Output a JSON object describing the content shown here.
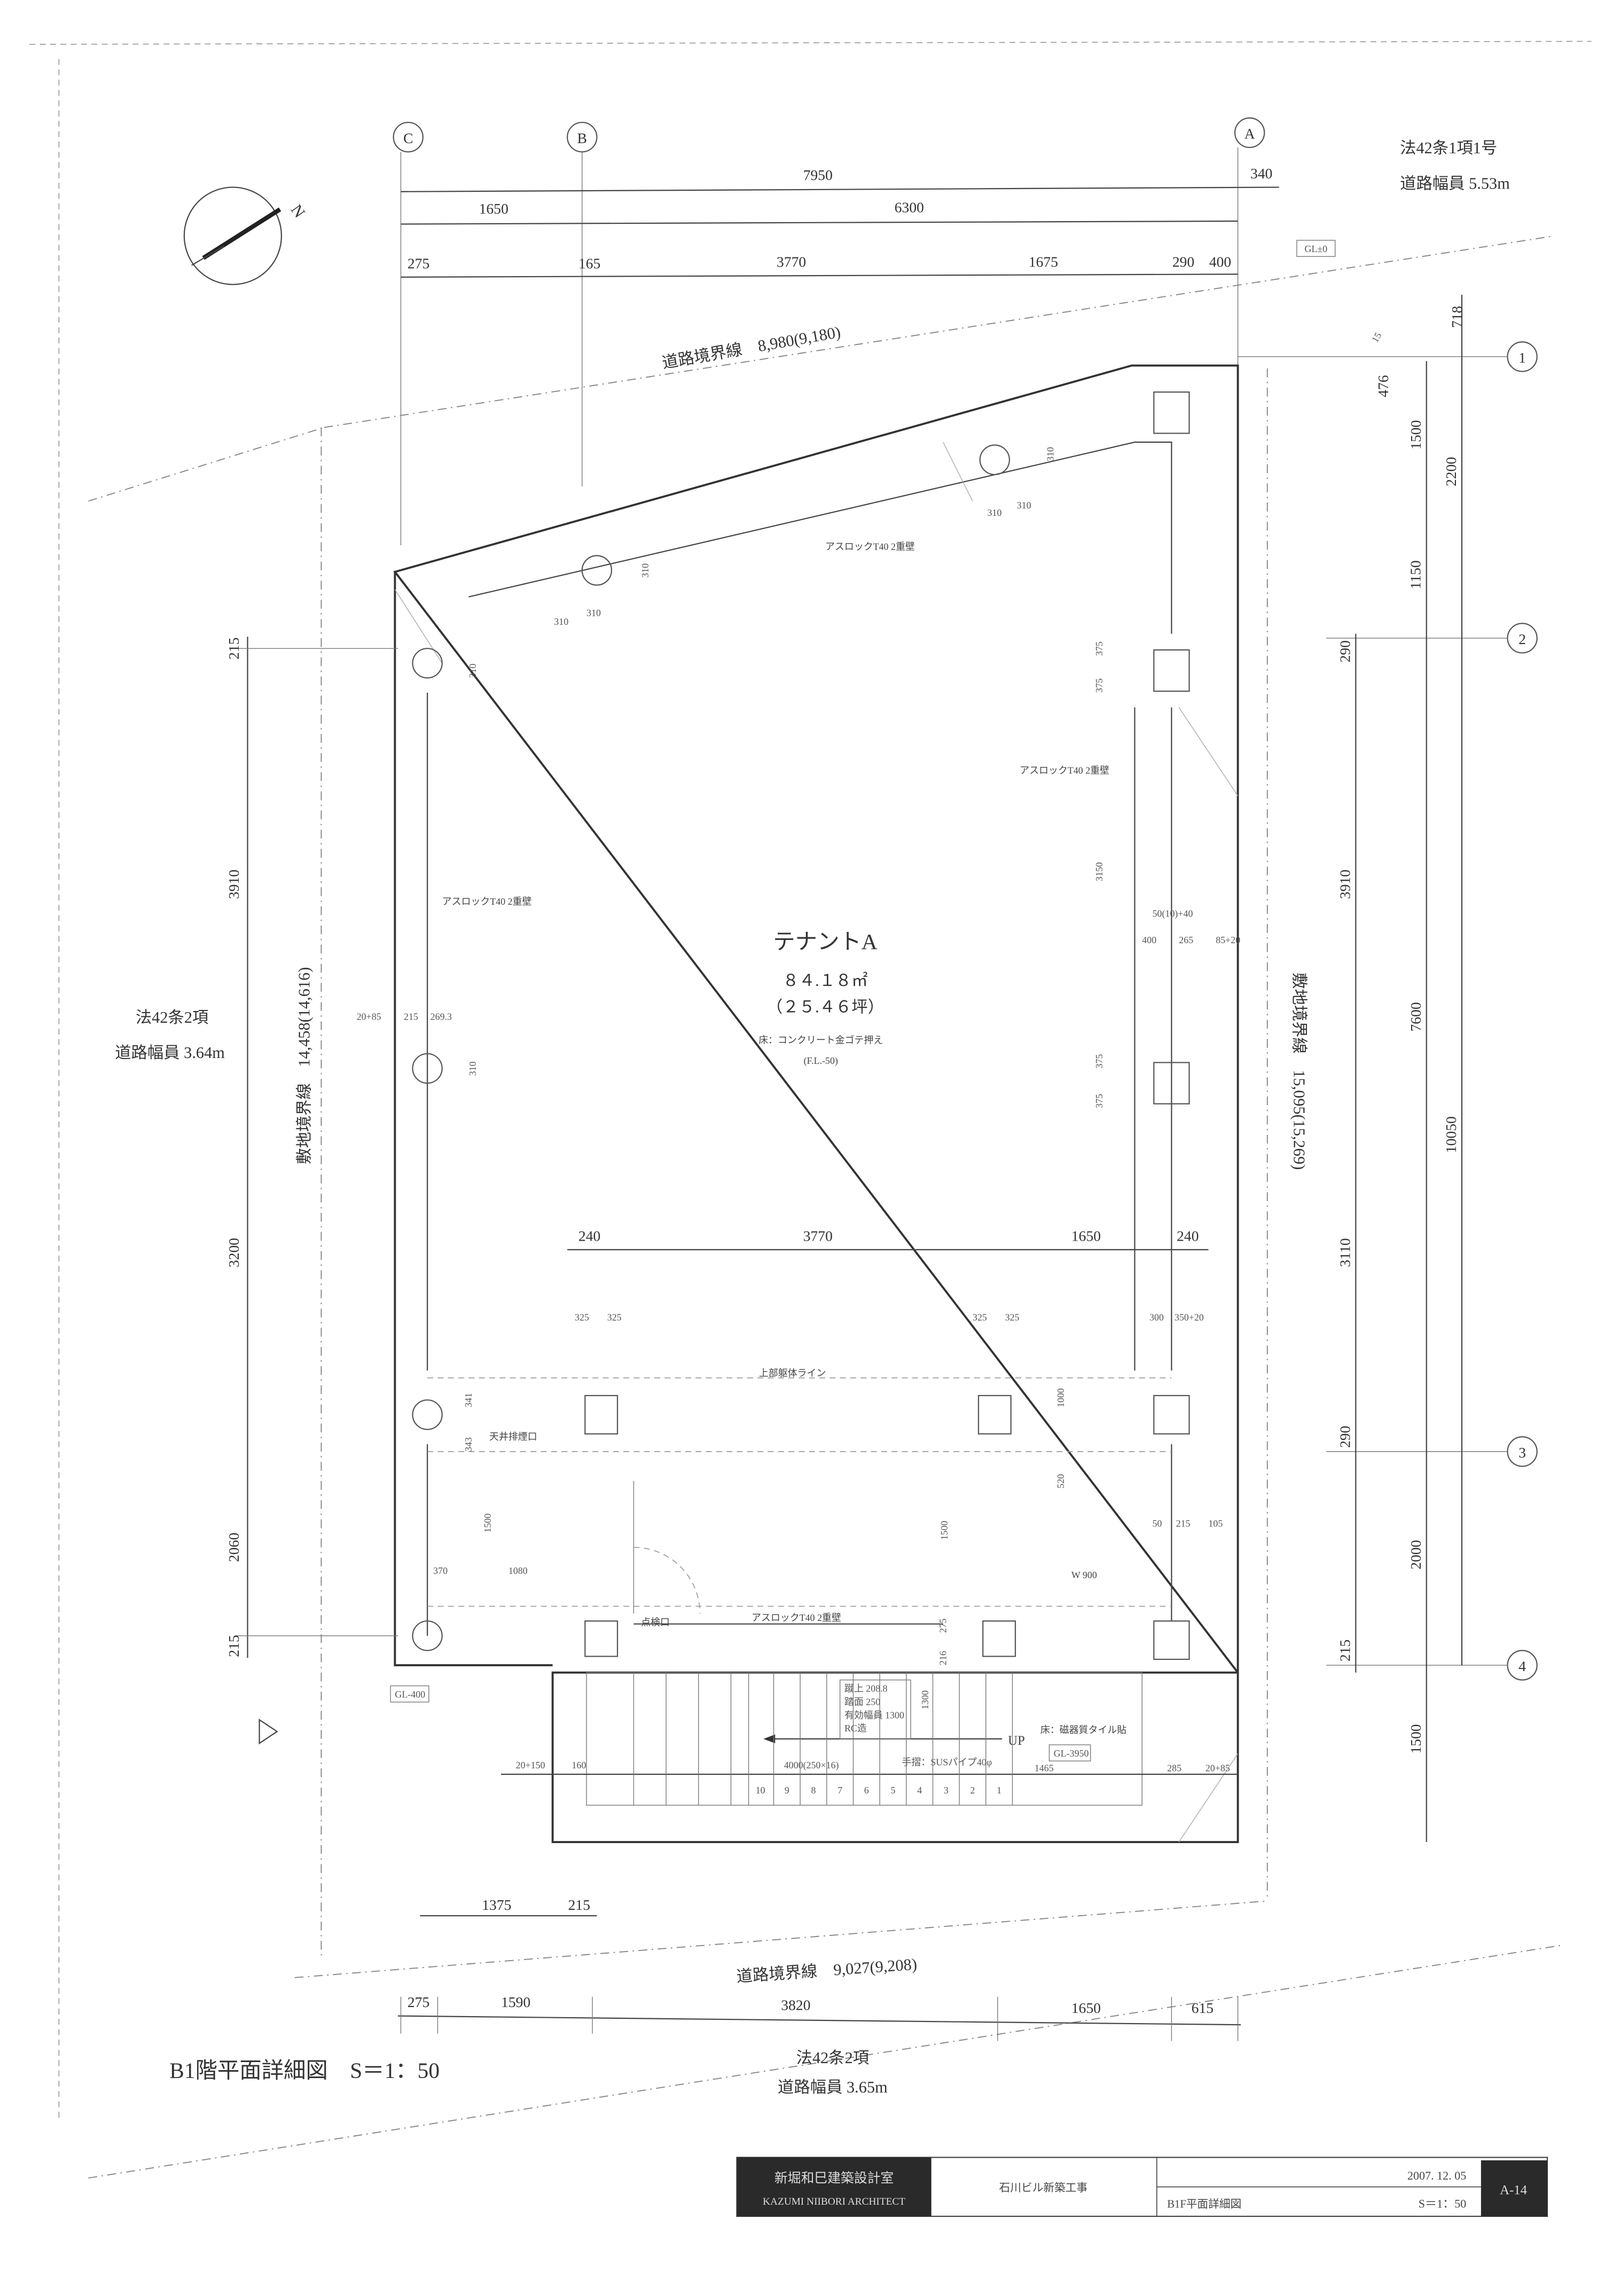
{
  "drawing_title": "B1階平面詳細図　S＝1：50",
  "north_label": "N",
  "grid": {
    "cols": [
      "C",
      "B",
      "A"
    ],
    "rows": [
      "1",
      "2",
      "3",
      "4"
    ]
  },
  "road_top": {
    "law": "法42条1項1号",
    "width": "道路幅員 5.53m",
    "boundary": "道路境界線　8,980(9,180)",
    "gl": "GL±0"
  },
  "road_left": {
    "law": "法42条2項",
    "width": "道路幅員 3.64m",
    "boundary": "敷地境界線　14,458(14,616)"
  },
  "boundary_right": "敷地境界線　15,095(15,269)",
  "road_bottom": {
    "law": "法42条2項",
    "width": "道路幅員 3.65m",
    "boundary": "道路境界線　9,027(9,208)"
  },
  "dims_top": [
    "7950",
    "340",
    "1650",
    "6300",
    "275",
    "165",
    "3770",
    "1675",
    "290",
    "400"
  ],
  "dims_right": [
    "718",
    "476",
    "15",
    "1500",
    "2200",
    "1150",
    "290",
    "3910",
    "7600",
    "10050",
    "3110",
    "290",
    "2000",
    "215",
    "1500"
  ],
  "dims_left": [
    "215",
    "3910",
    "3200",
    "2060",
    "215"
  ],
  "dims_mid": [
    "240",
    "3770",
    "1650",
    "240"
  ],
  "dims_bottom": [
    "1375",
    "215",
    "275",
    "1590",
    "3820",
    "1650",
    "615"
  ],
  "dims_small": [
    "310",
    "310",
    "310",
    "310",
    "310",
    "310",
    "310",
    "310",
    "375",
    "375",
    "375",
    "375",
    "3150",
    "400",
    "265",
    "85+20",
    "50(10)+40",
    "20+85",
    "215",
    "269.3",
    "325",
    "325",
    "325",
    "325",
    "300",
    "350+20",
    "341",
    "343",
    "1500",
    "1500",
    "1080",
    "370",
    "1000",
    "520",
    "50",
    "215",
    "105",
    "275",
    "216",
    "1300",
    "20+150",
    "160",
    "4000(250×16)",
    "1465",
    "285",
    "20+85"
  ],
  "room": {
    "name": "テナントA",
    "area": "８４.１８㎡",
    "tsubo": "（２５.４６坪）",
    "floor": "床：コンクリート金ゴテ押え",
    "fl": "(F.L.-50)"
  },
  "labels": {
    "wall1": "アスロックT40 2重壁",
    "wall2": "アスロックT40 2重壁",
    "wall3": "アスロックT40 2重壁",
    "wall4": "アスロックT40 2重壁",
    "upper_line": "上部躯体ライン",
    "smoke_vent": "天井排煙口",
    "inspection": "点検口",
    "door": "W 900",
    "gl_low": "GL-400",
    "stair_floor": "床：磁器質タイル貼",
    "stair_gl": "GL-3950",
    "up": "UP",
    "handrail": "手摺：SUSパイプ40φ"
  },
  "stair_note": [
    "蹴上 208.8",
    "踏面 250",
    "有効幅員 1300",
    "RC造"
  ],
  "steps": [
    "10",
    "9",
    "8",
    "7",
    "6",
    "5",
    "4",
    "3",
    "2",
    "1"
  ],
  "title_block": {
    "office_jp": "新堀和巳建築設計室",
    "office_en": "KAZUMI NIIBORI ARCHITECT",
    "project": "石川ビル新築工事",
    "date": "2007. 12. 05",
    "sheet_title": "B1F平面詳細図",
    "scale": "S＝1：50",
    "sheet_no": "A-14"
  }
}
